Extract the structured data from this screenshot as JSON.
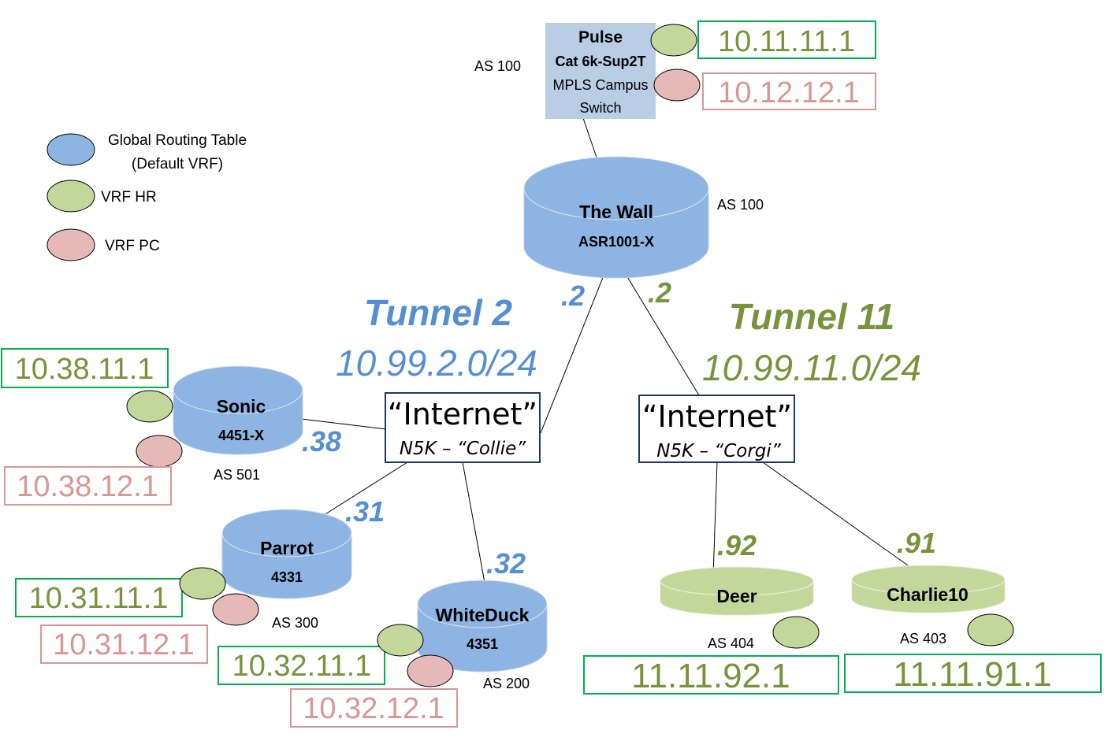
{
  "legend": {
    "items": [
      {
        "line1": "Global Routing Table",
        "line2": "(Default VRF)",
        "color": "#8eb4e3"
      },
      {
        "line1": "VRF HR",
        "line2": "",
        "color": "#c4d79b"
      },
      {
        "line1": "VRF PC",
        "line2": "",
        "color": "#e6b9b8"
      }
    ]
  },
  "colors": {
    "blue_device": "#8eb4e3",
    "green_device": "#c4d79b",
    "vrf_hr": "#c4d79b",
    "vrf_pc": "#e6b9b8",
    "hr_text": "#77933c",
    "pc_text": "#d99694",
    "hr_border": "#00b050",
    "blue_text": "#558ed5",
    "pulse_box": "#b9cde5"
  },
  "pulse": {
    "name": "Pulse",
    "model": "Cat 6k-Sup2T",
    "desc1": "MPLS Campus",
    "desc2": "Switch",
    "as": "AS 100",
    "hr_ip": "10.11.11.1",
    "pc_ip": "10.12.12.1"
  },
  "wall": {
    "name": "The Wall",
    "model": "ASR1001-X",
    "as": "AS 100",
    "left_addr": ".2",
    "right_addr": ".2"
  },
  "tunnel2": {
    "title": "Tunnel 2",
    "subnet": "10.99.2.0/24"
  },
  "tunnel11": {
    "title": "Tunnel 11",
    "subnet": "10.99.11.0/24"
  },
  "collie": {
    "title": "“Internet”",
    "sub": "N5K – “Collie”"
  },
  "corgi": {
    "title": "“Internet”",
    "sub": "N5K – “Corgi”"
  },
  "sonic": {
    "name": "Sonic",
    "model": "4451-X",
    "as": "AS 501",
    "addr": ".38",
    "hr_ip": "10.38.11.1",
    "pc_ip": "10.38.12.1"
  },
  "parrot": {
    "name": "Parrot",
    "model": "4331",
    "as": "AS 300",
    "addr": ".31",
    "hr_ip": "10.31.11.1",
    "pc_ip": "10.31.12.1"
  },
  "whiteduck": {
    "name": "WhiteDuck",
    "model": "4351",
    "as": "AS 200",
    "addr": ".32",
    "hr_ip": "10.32.11.1",
    "pc_ip": "10.32.12.1"
  },
  "deer": {
    "name": "Deer",
    "as": "AS 404",
    "addr": ".92",
    "hr_ip": "11.11.92.1"
  },
  "charlie": {
    "name": "Charlie10",
    "as": "AS 403",
    "addr": ".91",
    "hr_ip": "11.11.91.1"
  }
}
